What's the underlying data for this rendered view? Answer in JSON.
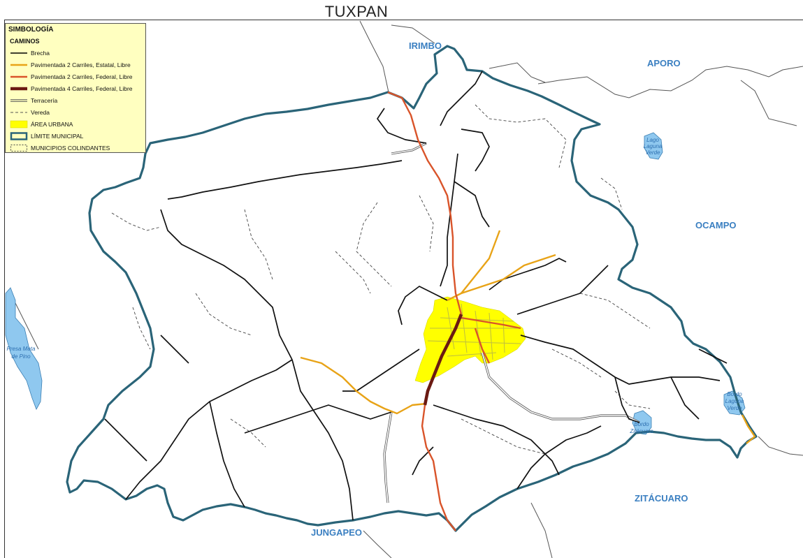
{
  "title": "TUXPAN",
  "legend": {
    "title": "SIMBOLOGÍA",
    "section": "CAMINOS",
    "items": [
      {
        "label": "Brecha",
        "color": "#000000",
        "style": "line"
      },
      {
        "label": "Pavimentada 2 Carriles, Estatal, Libre",
        "color": "#e8a317",
        "style": "line"
      },
      {
        "label": "Pavimentada 2 Carriles, Federal, Libre",
        "color": "#d9542a",
        "style": "line"
      },
      {
        "label": "Pavimentada 4 Carriles, Federal, Libre",
        "color": "#6b1a12",
        "style": "thick-line"
      },
      {
        "label": "Terracería",
        "color": "#555555",
        "style": "double-line"
      },
      {
        "label": "Vereda",
        "color": "#555555",
        "style": "dashed-line"
      },
      {
        "label": "ÁREA URBANA",
        "color": "#ffff00",
        "style": "fill"
      },
      {
        "label": "LÍMITE MUNICIPAL",
        "color": "#2a6478",
        "style": "boundary"
      },
      {
        "label": "MUNICIPIOS COLINDANTES",
        "color": "#444444",
        "style": "dashed-box"
      }
    ]
  },
  "municipalities": [
    "IRIMBO",
    "APORO",
    "OCAMPO",
    "ZITÁCUARO",
    "JUNGAPEO"
  ],
  "water_bodies": [
    {
      "lines": [
        "Presa Mata",
        "de Pino"
      ]
    },
    {
      "lines": [
        "Lago",
        "Laguna",
        "Verde"
      ]
    },
    {
      "lines": [
        "Bordo",
        "Laguna",
        "Verde"
      ]
    },
    {
      "lines": [
        "Bordo",
        "Zitácuaro"
      ]
    }
  ],
  "colors": {
    "boundary": "#2a6478",
    "water": "#8fc8ef",
    "urban": "#ffff00",
    "federal_road": "#d9542a",
    "state_road": "#e8a317",
    "highway_4lane": "#6b1a12",
    "label_blue": "#3a7fc1"
  }
}
